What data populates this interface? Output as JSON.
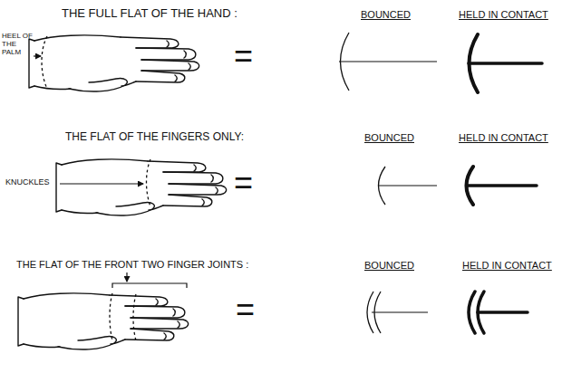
{
  "diagram": {
    "labels": [
      "THE FULL FLAT OF THE HAND :",
      "BOUNCED",
      "HELD IN CONTACT",
      "HEEL OF THE PALM",
      "=",
      "THE FLAT OF THE FINGERS ONLY:",
      "BOUNCED",
      "HELD IN CONTACT",
      "KNUCKLES",
      "=",
      "THE FLAT OF THE FRONT TWO FINGER JOINTS :",
      "BOUNCED",
      "HELD IN CONTACT",
      "="
    ]
  }
}
